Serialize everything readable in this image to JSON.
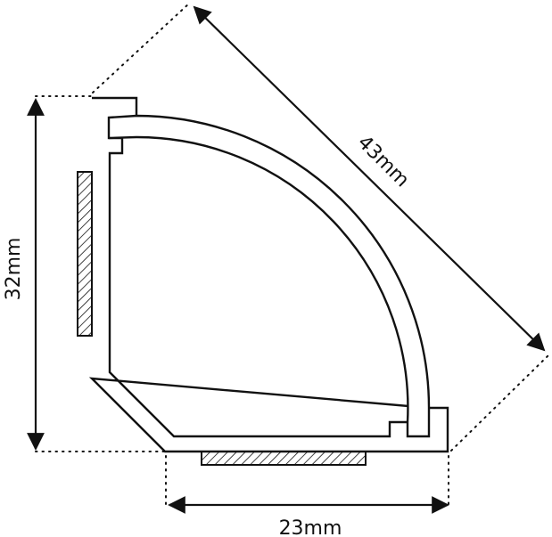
{
  "dimensions": {
    "height_label": "32mm",
    "width_label": "23mm",
    "diagonal_label": "43mm"
  },
  "colors": {
    "stroke": "#111111",
    "background": "#ffffff"
  }
}
